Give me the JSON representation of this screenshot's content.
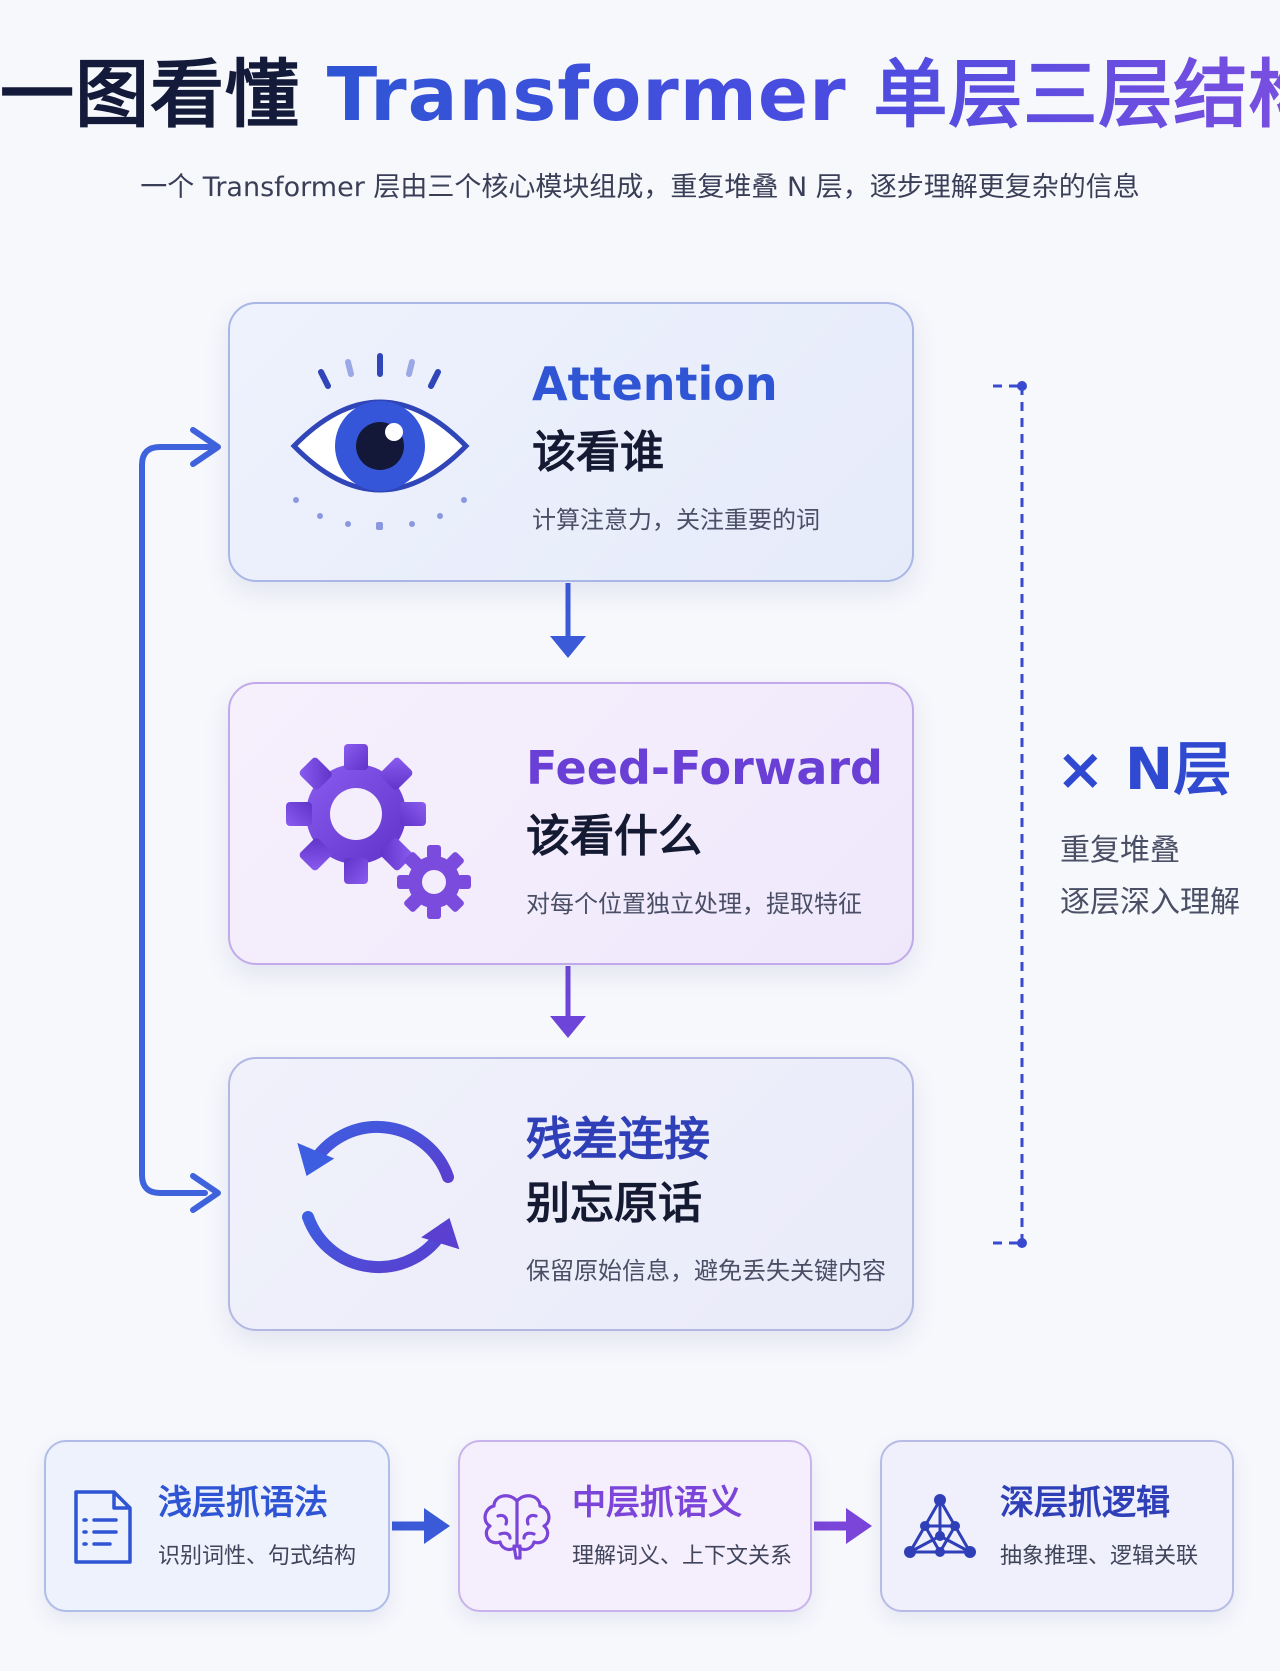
{
  "header": {
    "title_part1": "一图看懂 ",
    "title_part2": "Transformer 单层三层结构",
    "subtitle": "一个 Transformer 层由三个核心模块组成，重复堆叠 N 层，逐步理解更复杂的信息"
  },
  "steps": [
    {
      "en": "Attention",
      "zh": "该看谁",
      "desc": "计算注意力，关注重要的词",
      "icon": "eye-icon",
      "color": "#2f55d4"
    },
    {
      "en": "Feed-Forward",
      "zh": "该看什么",
      "desc": "对每个位置独立处理，提取特征",
      "icon": "gear-icon",
      "color": "#6a3fd6"
    },
    {
      "en": "残差连接",
      "zh": "别忘原话",
      "desc": "保留原始信息，避免丢失关键内容",
      "icon": "cycle-arrows-icon",
      "color": "#2f3fb8"
    }
  ],
  "repeat": {
    "mult": "× N层",
    "line1": "重复堆叠",
    "line2": "逐层深入理解"
  },
  "stages": [
    {
      "title": "浅层抓语法",
      "desc": "识别词性、句式结构",
      "icon": "document-icon",
      "color": "#2f55d4"
    },
    {
      "title": "中层抓语义",
      "desc": "理解词义、上下文关系",
      "icon": "brain-icon",
      "color": "#7a45d8"
    },
    {
      "title": "深层抓逻辑",
      "desc": "抽象推理、逻辑关联",
      "icon": "network-icon",
      "color": "#2f3fb8"
    }
  ],
  "colors": {
    "blue": "#2f55d4",
    "purple": "#7a45d8",
    "indigo": "#3a44c8"
  }
}
